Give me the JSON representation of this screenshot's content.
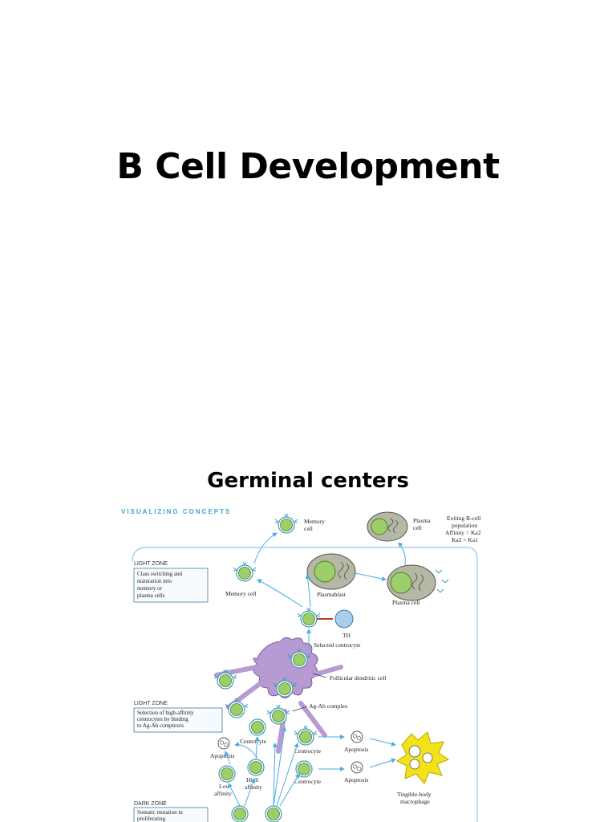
{
  "slide": {
    "title": "B Cell Development"
  },
  "section": {
    "title": "Germinal centers"
  },
  "figure": {
    "header": "VISUALIZING CONCEPTS",
    "zones": {
      "light_top": "LIGHT ZONE",
      "light_top_box": [
        "Class switching and",
        "maturation into",
        "memory or",
        "plasma cells"
      ],
      "light_mid": "LIGHT ZONE",
      "light_mid_box": [
        "Selection of high-affinity",
        "centrocytes by binding",
        "to Ag-Ab complexes"
      ],
      "dark": "DARK ZONE",
      "dark_box": [
        "Somatic mutation in",
        "proliferating"
      ]
    },
    "labels": {
      "memory_cell_top": [
        "Memory",
        "cell"
      ],
      "plasma_cell_top": [
        "Plasma",
        "cell"
      ],
      "exiting": [
        "Exiting B-cell",
        "population",
        "Affinity = Ka2,",
        "Ka2 > Ka1"
      ],
      "memory_cell": "Memory cell",
      "plasmablast": "Plasmablast",
      "plasma_cell": "Plasma cell",
      "th": "TH",
      "selected_centrocyte": "Selected centrocyte",
      "follicular_dendritic": "Follicular dendritic cell",
      "ag_ab_complex": "Ag-Ab complex",
      "centrocyte_left": "Centrocyte",
      "centrocyte_mid1": "Centrocyte",
      "centrocyte_mid2": "Centrocyte",
      "apoptosis_left": "Apoptosis",
      "apoptosis_1": "Apoptosis",
      "apoptosis_2": "Apoptosis",
      "low_affinity": [
        "Low",
        "affinity"
      ],
      "high_affinity": [
        "High",
        "affinity"
      ],
      "tingible": [
        "Tingible-body",
        "macrophage"
      ]
    },
    "colors": {
      "cell_green": "#9ccf6a",
      "cell_ring": "#3a9ac4",
      "arrow": "#49aee0",
      "dendritic": "#b79ad2",
      "macrophage": "#f2e21a",
      "plasma_fill": "#b4b9a6",
      "th_blue": "#a9cdea"
    }
  }
}
